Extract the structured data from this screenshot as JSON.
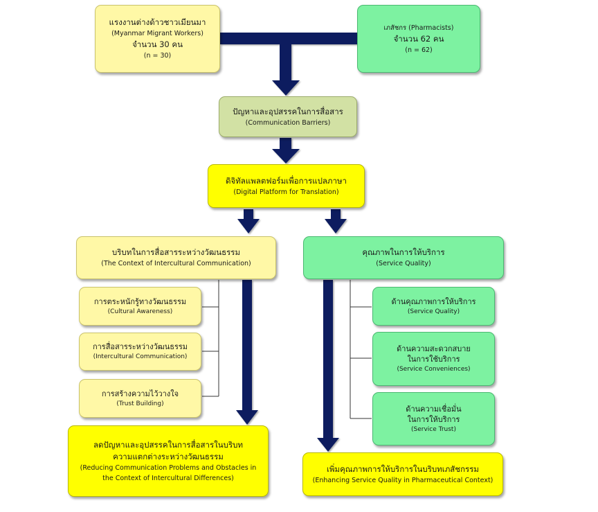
{
  "myanmar": {
    "line1": "แรงงานต่างด้าวชาวเมียนมา",
    "line2": "(Myanmar Migrant Workers)",
    "line3": "จำนวน 30 คน",
    "line4": "(n = 30)"
  },
  "pharmacists": {
    "line1": "เภสัชกร (Pharmacists)",
    "line2": "จำนวน 62 คน",
    "line3": "(n = 62)"
  },
  "barriers": {
    "th": "ปัญหาและอุปสรรคในการสื่อสาร",
    "en": "(Communication Barriers)"
  },
  "platform": {
    "th": "ดิจิทัลแพลตฟอร์มเพื่อการแปลภาษา",
    "en": "(Digital Platform for Translation)"
  },
  "context": {
    "th": "บริบทในการสื่อสารระหว่างวัฒนธรรม",
    "en": "(The Context of Intercultural Communication)"
  },
  "quality": {
    "th": "คุณภาพในการให้บริการ",
    "en": "(Service Quality)"
  },
  "awareness": {
    "th": "การตระหนักรู้ทางวัฒนธรรม",
    "en": "(Cultural Awareness)"
  },
  "intercultural": {
    "th": "การสื่อสารระหว่างวัฒนธรรม",
    "en": "(Intercultural Communication)"
  },
  "trust_building": {
    "th": "การสร้างความไว้วางใจ",
    "en": "(Trust Building)"
  },
  "sq_item": {
    "th": "ด้านคุณภาพการให้บริการ",
    "en": "(Service Quality)"
  },
  "convenience": {
    "th1": "ด้านความสะดวกสบาย",
    "th2": "ในการใช้บริการ",
    "en": "(Service Conveniences)"
  },
  "service_trust": {
    "th1": "ด้านความเชื่อมั่น",
    "th2": "ในการให้บริการ",
    "en": "(Service Trust)"
  },
  "reducing": {
    "th1": "ลดปัญหาและอุปสรรคในการสื่อสารในบริบท",
    "th2": "ความแตกต่างระหว่างวัฒนธรรม",
    "en1": "(Reducing Communication Problems and Obstacles in",
    "en2": "the Context of Intercultural Differences)"
  },
  "enhancing": {
    "th": "เพิ่มคุณภาพการให้บริการในบริบทเภสัชกรรม",
    "en": "(Enhancing Service Quality in Pharmaceutical Context)"
  },
  "colors": {
    "arrow": "#0b1f5e",
    "yellow_light": "#fff8a6",
    "green": "#7df2a1",
    "olive": "#d2e1a4",
    "yellow_bright": "#ffff00"
  }
}
